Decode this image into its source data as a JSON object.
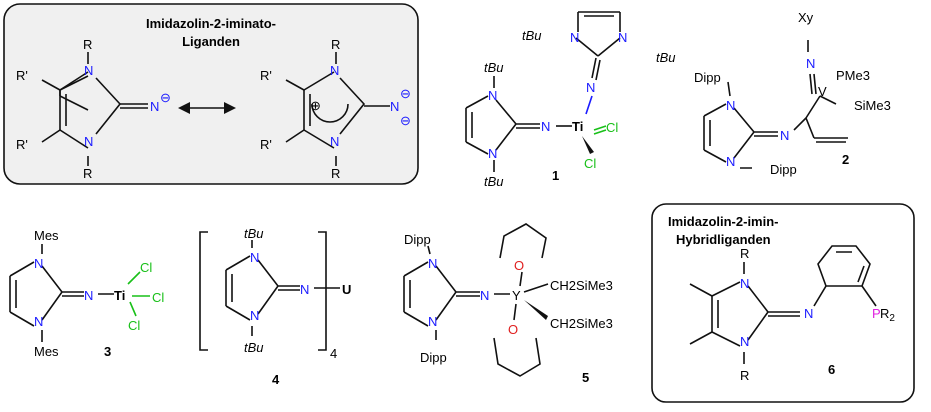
{
  "box1": {
    "title_line1": "Imidazolin-2-iminato-",
    "title_line2": "Liganden"
  },
  "box2": {
    "title_line1": "Imidazolin-2-imin-",
    "title_line2": "Hybridliganden"
  },
  "atoms": {
    "N": "N",
    "R": "R",
    "R_prime": "R'",
    "Ti": "Ti",
    "Cl": "Cl",
    "U": "U",
    "Y": "Y",
    "O": "O",
    "tBu": "tBu",
    "Mes": "Mes",
    "Dipp": "Dipp",
    "Xy": "Xy",
    "PMe3": "PMe3",
    "SiMe3": "SiMe3",
    "CH2SiMe3": "CH2SiMe3",
    "PR2": "PR2",
    "minus": "⊖",
    "plus": "⊕"
  },
  "compounds": [
    "1",
    "2",
    "3",
    "4",
    "5",
    "6"
  ],
  "subscript4": "4"
}
